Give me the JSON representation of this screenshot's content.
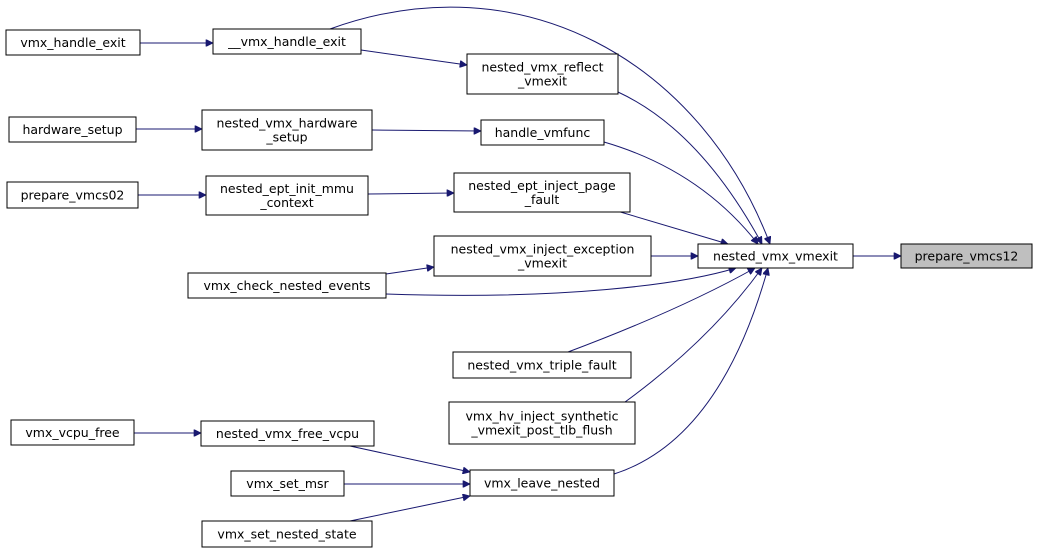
{
  "nodes": [
    {
      "id": "prepare_vmcs12",
      "lines": [
        "prepare_vmcs12"
      ],
      "highlight": true
    },
    {
      "id": "nested_vmx_vmexit",
      "lines": [
        "nested_vmx_vmexit"
      ]
    },
    {
      "id": "__vmx_handle_exit",
      "lines": [
        "__vmx_handle_exit"
      ]
    },
    {
      "id": "vmx_handle_exit",
      "lines": [
        "vmx_handle_exit"
      ]
    },
    {
      "id": "nested_vmx_reflect_vmexit",
      "lines": [
        "nested_vmx_reflect",
        "_vmexit"
      ]
    },
    {
      "id": "handle_vmfunc",
      "lines": [
        "handle_vmfunc"
      ]
    },
    {
      "id": "nested_vmx_hardware_setup",
      "lines": [
        "nested_vmx_hardware",
        "_setup"
      ]
    },
    {
      "id": "hardware_setup",
      "lines": [
        "hardware_setup"
      ]
    },
    {
      "id": "nested_ept_inject_page_fault",
      "lines": [
        "nested_ept_inject_page",
        "_fault"
      ]
    },
    {
      "id": "nested_ept_init_mmu_context",
      "lines": [
        "nested_ept_init_mmu",
        "_context"
      ]
    },
    {
      "id": "prepare_vmcs02",
      "lines": [
        "prepare_vmcs02"
      ]
    },
    {
      "id": "nested_vmx_inject_exception_vmexit",
      "lines": [
        "nested_vmx_inject_exception",
        "_vmexit"
      ]
    },
    {
      "id": "vmx_check_nested_events",
      "lines": [
        "vmx_check_nested_events"
      ]
    },
    {
      "id": "nested_vmx_triple_fault",
      "lines": [
        "nested_vmx_triple_fault"
      ]
    },
    {
      "id": "vmx_hv_inject_synthetic_vmexit_post_tlb_flush",
      "lines": [
        "vmx_hv_inject_synthetic",
        "_vmexit_post_tlb_flush"
      ]
    },
    {
      "id": "vmx_leave_nested",
      "lines": [
        "vmx_leave_nested"
      ]
    },
    {
      "id": "nested_vmx_free_vcpu",
      "lines": [
        "nested_vmx_free_vcpu"
      ]
    },
    {
      "id": "vmx_vcpu_free",
      "lines": [
        "vmx_vcpu_free"
      ]
    },
    {
      "id": "vmx_set_msr",
      "lines": [
        "vmx_set_msr"
      ]
    },
    {
      "id": "vmx_set_nested_state",
      "lines": [
        "vmx_set_nested_state"
      ]
    }
  ],
  "edges": [
    {
      "from": "nested_vmx_vmexit",
      "to": "prepare_vmcs12"
    },
    {
      "from": "__vmx_handle_exit",
      "to": "nested_vmx_vmexit"
    },
    {
      "from": "nested_vmx_reflect_vmexit",
      "to": "nested_vmx_vmexit"
    },
    {
      "from": "handle_vmfunc",
      "to": "nested_vmx_vmexit"
    },
    {
      "from": "nested_ept_inject_page_fault",
      "to": "nested_vmx_vmexit"
    },
    {
      "from": "nested_vmx_inject_exception_vmexit",
      "to": "nested_vmx_vmexit"
    },
    {
      "from": "vmx_check_nested_events",
      "to": "nested_vmx_vmexit"
    },
    {
      "from": "nested_vmx_triple_fault",
      "to": "nested_vmx_vmexit"
    },
    {
      "from": "vmx_hv_inject_synthetic_vmexit_post_tlb_flush",
      "to": "nested_vmx_vmexit"
    },
    {
      "from": "vmx_leave_nested",
      "to": "nested_vmx_vmexit"
    },
    {
      "from": "vmx_handle_exit",
      "to": "__vmx_handle_exit"
    },
    {
      "from": "__vmx_handle_exit",
      "to": "nested_vmx_reflect_vmexit"
    },
    {
      "from": "nested_vmx_hardware_setup",
      "to": "handle_vmfunc"
    },
    {
      "from": "hardware_setup",
      "to": "nested_vmx_hardware_setup"
    },
    {
      "from": "nested_ept_init_mmu_context",
      "to": "nested_ept_inject_page_fault"
    },
    {
      "from": "prepare_vmcs02",
      "to": "nested_ept_init_mmu_context"
    },
    {
      "from": "vmx_check_nested_events",
      "to": "nested_vmx_inject_exception_vmexit"
    },
    {
      "from": "nested_vmx_free_vcpu",
      "to": "vmx_leave_nested"
    },
    {
      "from": "vmx_set_msr",
      "to": "vmx_leave_nested"
    },
    {
      "from": "vmx_set_nested_state",
      "to": "vmx_leave_nested"
    },
    {
      "from": "vmx_vcpu_free",
      "to": "nested_vmx_free_vcpu"
    }
  ]
}
